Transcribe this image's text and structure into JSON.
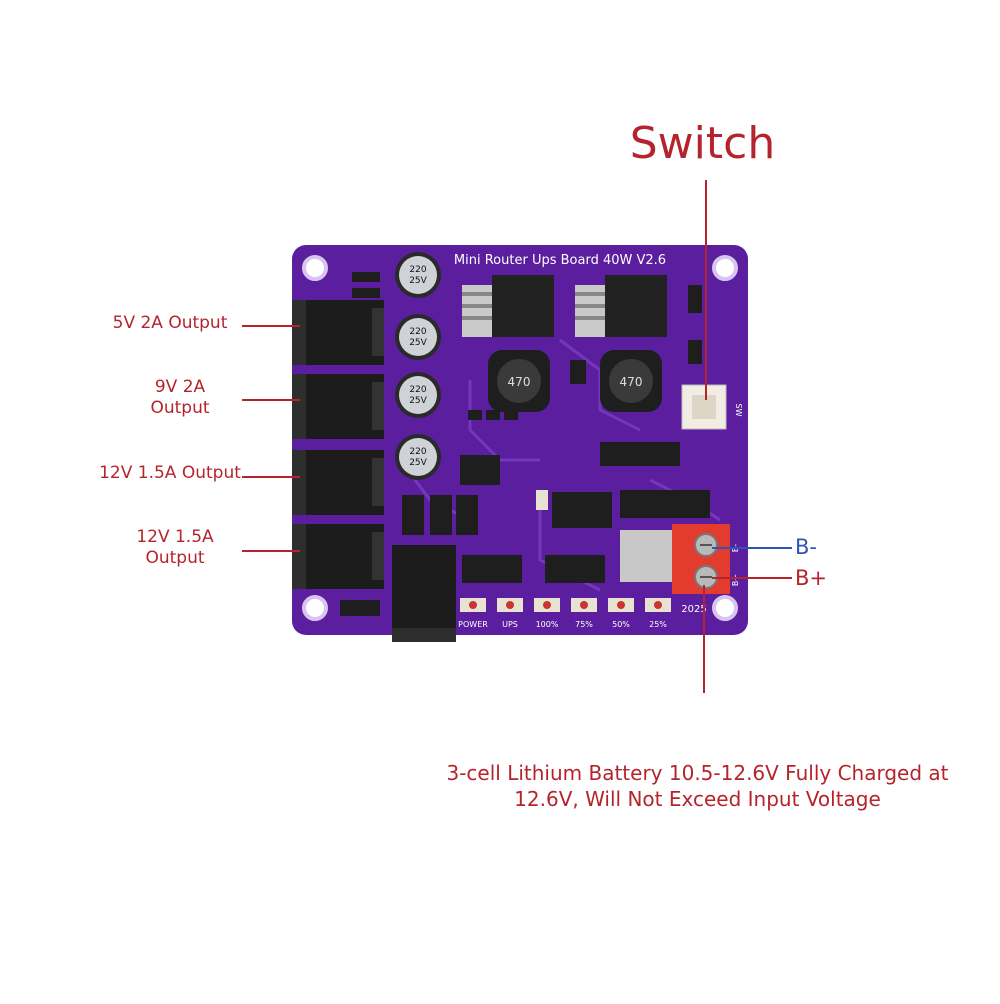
{
  "annotations": {
    "switch": "Switch",
    "out_5v": "5V 2A Output",
    "out_9v": "9V 2A\nOutput",
    "out_12v_a": "12V 1.5A Output",
    "out_12v_b": "12V 1.5A\nOutput",
    "b_minus": "B-",
    "b_plus": "B+",
    "battery_note": "3-cell Lithium Battery 10.5-12.6V Fully Charged at 12.6V, Will Not Exceed Input Voltage"
  },
  "board": {
    "title": "Mini Router Ups Board 40W V2.6",
    "year": "2025",
    "switch_mark": "SW",
    "cap_value": "220",
    "cap_voltage": "25V",
    "inductor_value": "470",
    "terminal_minus": "B-",
    "terminal_plus": "B+",
    "led_labels": [
      "POWER",
      "UPS",
      "100%",
      "75%",
      "50%",
      "25%"
    ]
  },
  "colors": {
    "pcb": "#5a1e9e",
    "annotation_red": "#b5242c",
    "annotation_blue": "#2a57b5",
    "terminal": "#e33b2d"
  }
}
